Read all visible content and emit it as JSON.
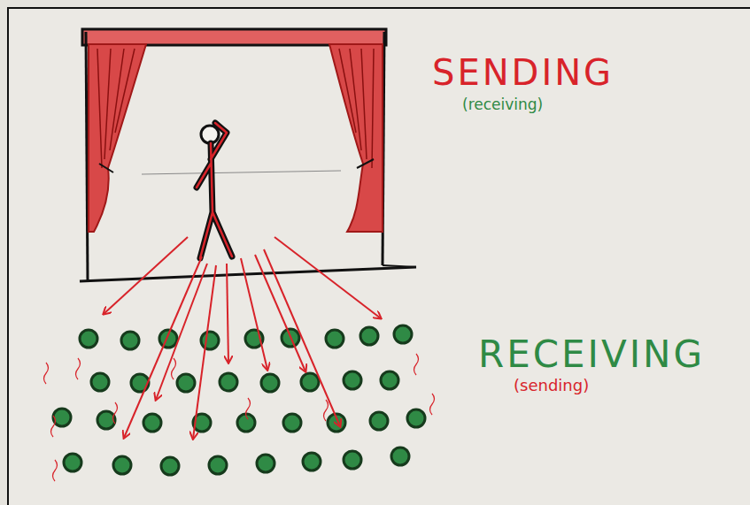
{
  "diagram": {
    "labels": [
      "SENDING",
      "(receiving)",
      "RECEIVING",
      "(sending)"
    ]
  }
}
